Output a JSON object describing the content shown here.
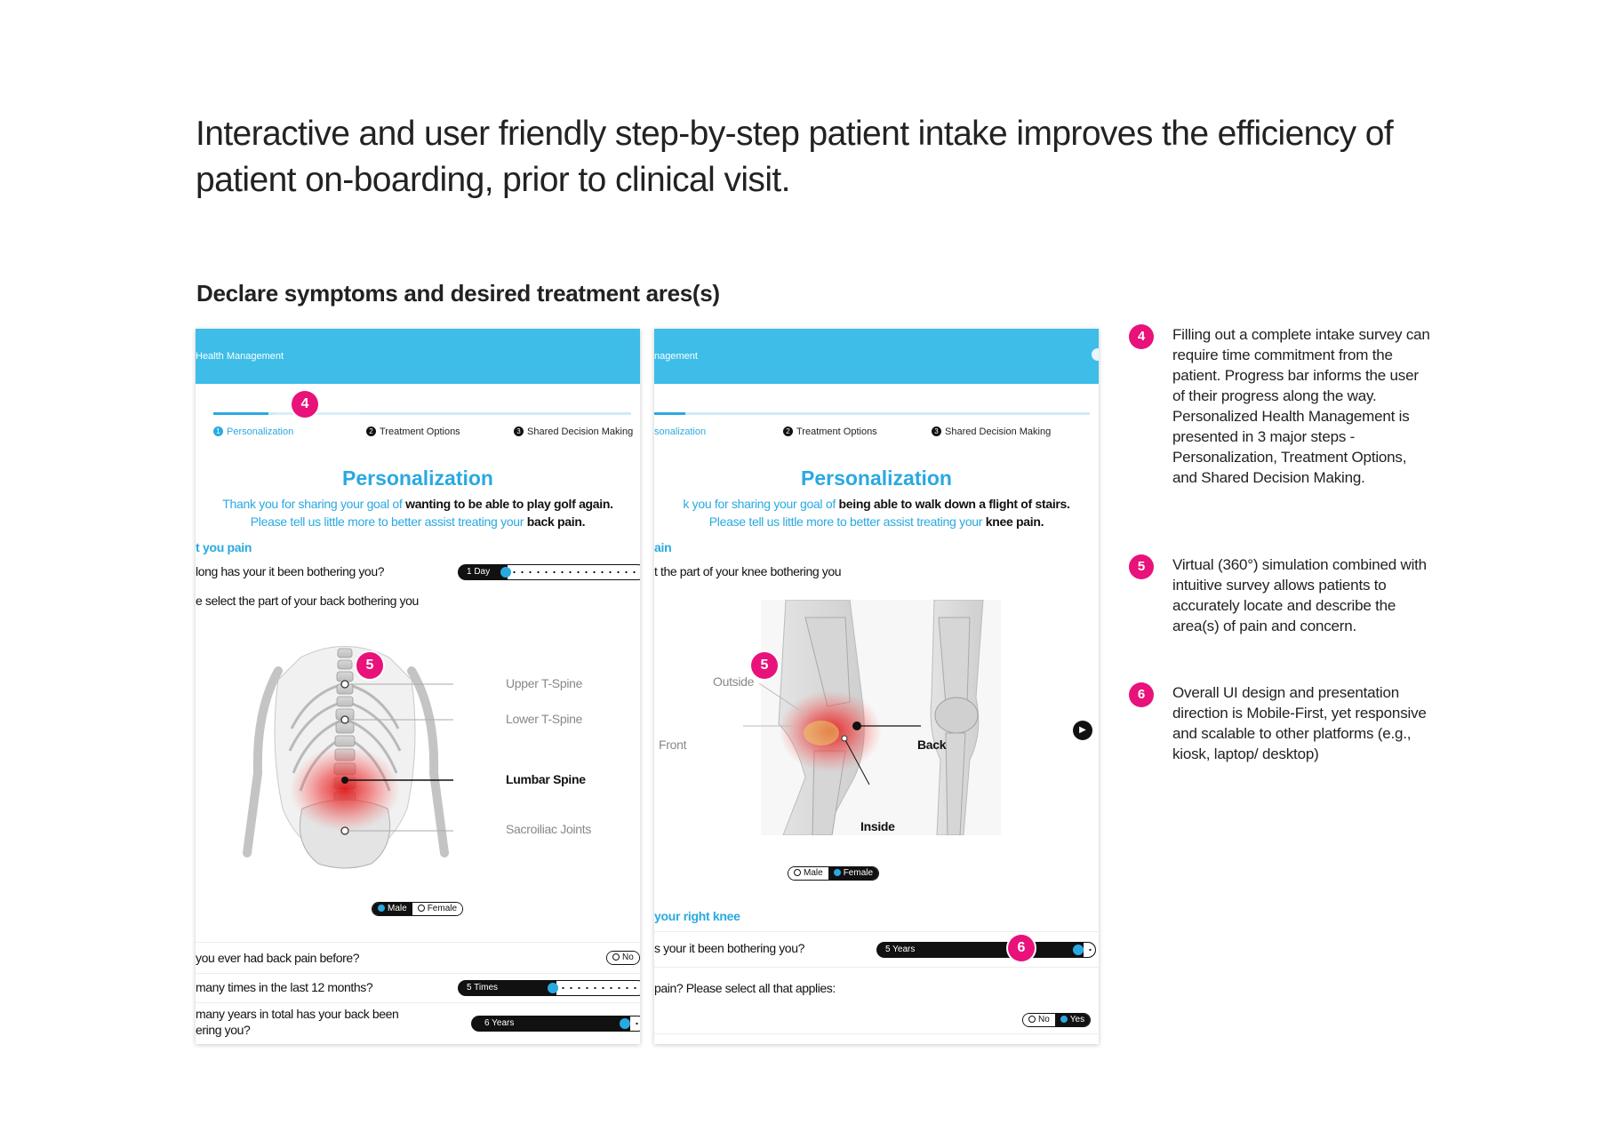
{
  "headline": "Interactive and user friendly step-by-step patient intake improves  the efficiency of patient on-boarding, prior to clinical visit.",
  "subhead": "Declare symptoms and desired treatment ares(s)",
  "colors": {
    "accent": "#29a9e1",
    "topbar": "#3dbde8",
    "badge": "#e8127a",
    "pain": "#e53030"
  },
  "steps": {
    "s1": "Personalization",
    "s2": "Treatment Options",
    "s3": "Shared Decision Making",
    "n1": "1",
    "n2": "2",
    "n3": "3"
  },
  "panel_a": {
    "brand": "Health Management",
    "title": "Personalization",
    "line1_pre": "Thank you for sharing your goal of ",
    "line1_bold": "wanting to be able to play golf again.",
    "line2_pre": "Please tell us little more to better assist treating your ",
    "line2_bold": "back pain.",
    "section": "t you pain",
    "q_bothering": "long has your it been bothering you?",
    "slider_days": "1 Day",
    "q_select": "e select the part of your back bothering you",
    "labels": {
      "upper": "Upper T-Spine",
      "lower": "Lower T-Spine",
      "lumbar": "Lumbar Spine",
      "sacro": "Sacroiliac Joints"
    },
    "gender": {
      "male": "Male",
      "female": "Female",
      "selected": "male"
    },
    "q_before": "you ever had back pain before?",
    "toggle_no": "No",
    "q_times": "many times in the last 12 months?",
    "slider_times": "5 Times",
    "q_years_1": "many years in total has your back been",
    "q_years_2": "ering you?",
    "slider_years": "6 Years"
  },
  "panel_b": {
    "brand": "nagement",
    "step1": "sonalization",
    "title": "Personalization",
    "line1_pre": "k you for sharing your goal of ",
    "line1_bold": "being able to walk down a flight of stairs.",
    "line2_pre": "Please tell us little more to better assist treating your ",
    "line2_bold": "knee pain.",
    "section": "ain",
    "q_select": "t the part of your knee bothering you",
    "labels": {
      "outside": "Outside",
      "front": "Front",
      "back": "Back",
      "inside": "Inside"
    },
    "gender": {
      "male": "Male",
      "female": "Female",
      "selected": "female"
    },
    "section2_pre": "your ",
    "section2_bold": "right knee",
    "q_bothering": "s your it been bothering you?",
    "slider_years": "5 Years",
    "q_pain": "pain? Please select all that applies:",
    "toggle_no": "No",
    "toggle_yes": "Yes"
  },
  "badges": {
    "b4": "4",
    "b5": "5",
    "b6": "6"
  },
  "notes": [
    {
      "num": "4",
      "text": "Filling out a complete intake survey can require time commitment from the patient. Progress bar informs the user of their progress along the way. Personalized Health Management is presented in 3 major steps - Personalization, Treatment Options, and Shared Decision Making."
    },
    {
      "num": "5",
      "text": "Virtual (360°) simulation combined with intuitive survey allows patients to accurately locate and describe the area(s) of pain and concern."
    },
    {
      "num": "6",
      "text": "Overall UI design and presentation direction is Mobile-First, yet responsive and scalable to other platforms (e.g., kiosk, laptop/ desktop)"
    }
  ]
}
